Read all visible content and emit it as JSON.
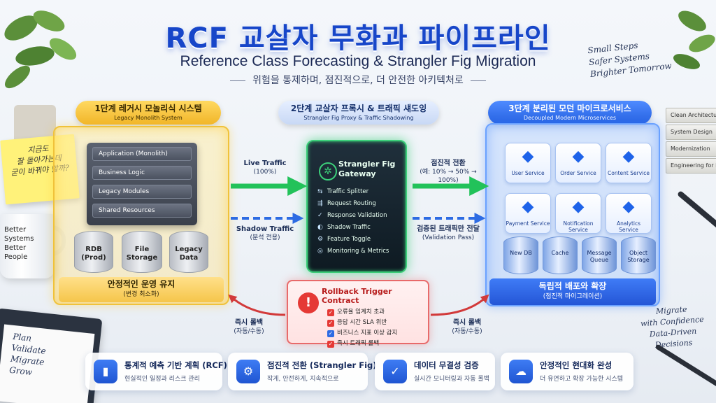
{
  "header": {
    "title": "RCF 교살자 무화과 파이프라인",
    "subtitle": "Reference Class Forecasting & Strangler Fig Migration",
    "tagline": "위험을 통제하며, 점진적으로, 더 안전한 아키텍처로"
  },
  "handwriting": {
    "top_right": [
      "Small Steps",
      "Safer Systems",
      "Brighter Tomorrow"
    ],
    "bottom_right": [
      "Migrate",
      "with Confidence",
      "Data-Driven Decisions"
    ],
    "sticky_note": [
      "지금도",
      "잘 돌아가는데",
      "굳이 바꿔야 할까?"
    ],
    "mug": [
      "Better",
      "Systems",
      "Better",
      "People"
    ],
    "notebook": [
      "Plan",
      "Validate",
      "Migrate",
      "Grow"
    ]
  },
  "books": [
    "Clean Architecture",
    "System Design",
    "Modernization",
    "Engineering for Impact"
  ],
  "stage1": {
    "label": "1단계  레거시 모놀리식 시스템",
    "sublabel": "Legacy Monolith System",
    "monolith_rows": [
      "Application (Monolith)",
      "Business Logic",
      "Legacy Modules",
      "Shared Resources"
    ],
    "stores": [
      "RDB (Prod)",
      "File Storage",
      "Legacy Data"
    ],
    "footer_title": "안정적인 운영 유지",
    "footer_sub": "(변경 최소화)"
  },
  "stage2": {
    "label": "2단계  교살자 프록시 & 트래픽 섀도잉",
    "sublabel": "Strangler Fig Proxy & Traffic Shadowing",
    "gateway_title": "Strangler Fig Gateway",
    "gateway_items": [
      {
        "icon": "split-icon",
        "glyph": "⇆",
        "label": "Traffic Splitter"
      },
      {
        "icon": "routing-icon",
        "glyph": "⇶",
        "label": "Request Routing"
      },
      {
        "icon": "check-circle-icon",
        "glyph": "✓",
        "label": "Response Validation"
      },
      {
        "icon": "shadow-icon",
        "glyph": "◐",
        "label": "Shadow Traffic"
      },
      {
        "icon": "toggle-icon",
        "glyph": "⚙",
        "label": "Feature Toggle"
      },
      {
        "icon": "monitor-icon",
        "glyph": "◎",
        "label": "Monitoring & Metrics"
      }
    ]
  },
  "stage3": {
    "label": "3단계  분리된 모던 마이크로서비스",
    "sublabel": "Decoupled Modern Microservices",
    "services": [
      "User Service",
      "Order Service",
      "Content Service",
      "Payment Service",
      "Notification Service",
      "Analytics Service"
    ],
    "stores": [
      "New DB",
      "Cache",
      "Message Queue",
      "Object Storage"
    ],
    "footer_title": "독립적 배포와 확장",
    "footer_sub": "(점진적 마이그레이션)"
  },
  "flows": {
    "live": {
      "title": "Live Traffic",
      "sub": "(100%)"
    },
    "shadow": {
      "title": "Shadow Traffic",
      "sub": "(분석 전용)"
    },
    "gradual": {
      "title": "점진적 전환",
      "sub": "(예: 10% → 50% → 100%)"
    },
    "validated": {
      "title": "검증된 트래픽만 전달",
      "sub": "(Validation Pass)"
    },
    "rollback_left": {
      "title": "즉시 롤백",
      "sub": "(자동/수동)"
    },
    "rollback_right": {
      "title": "즉시 롤백",
      "sub": "(자동/수동)"
    }
  },
  "rollback": {
    "title": "Rollback Trigger Contract",
    "items": [
      {
        "label": "오류율 임계치 초과",
        "color": "#e53935"
      },
      {
        "label": "응답 시간 SLA 위반",
        "color": "#e53935"
      },
      {
        "label": "비즈니스 지표 이상 감지",
        "color": "#2d6be3"
      },
      {
        "label": "즉시 트래픽 롤백",
        "color": "#e53935"
      }
    ]
  },
  "cards": [
    {
      "icon": "bar-chart-icon",
      "glyph": "▮",
      "title": "통계적 예측 기반 계획 (RCF)",
      "sub": "현실적인 일정과 리스크 관리"
    },
    {
      "icon": "gear-icon",
      "glyph": "⚙",
      "title": "점진적 전환 (Strangler Fig)",
      "sub": "작게, 안전하게, 지속적으로"
    },
    {
      "icon": "shield-icon",
      "glyph": "✓",
      "title": "데이터 무결성 검증",
      "sub": "실시간 모니터링과 자동 롤백"
    },
    {
      "icon": "cloud-icon",
      "glyph": "☁",
      "title": "안정적인 현대화 완성",
      "sub": "더 유연하고 확장 가능한 시스템"
    }
  ],
  "colors": {
    "legacy": "#f0c23a",
    "gateway": "#3ccf7a",
    "micro": "#2d6be3",
    "rollback": "#e53935",
    "title": "#1746c9"
  }
}
